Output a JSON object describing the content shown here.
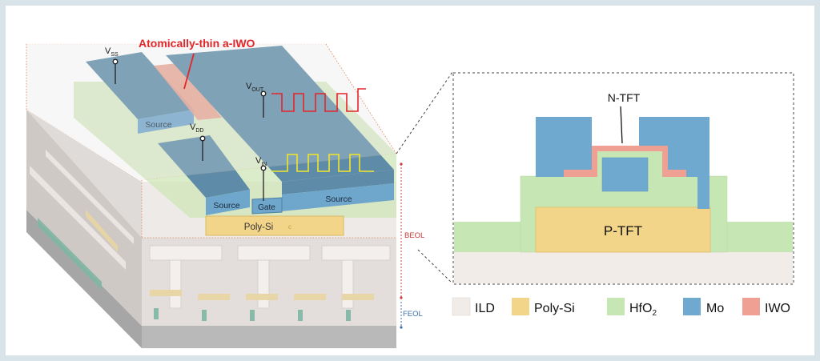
{
  "annotation": "Atomically-thin a-IWO",
  "voltage_labels": {
    "vss": {
      "base": "V",
      "sub": "SS"
    },
    "vout": {
      "base": "V",
      "sub": "OUT"
    },
    "vdd": {
      "base": "V",
      "sub": "DD"
    },
    "vin": {
      "base": "V",
      "sub": "IN"
    }
  },
  "device_labels": {
    "source_top": "Source",
    "source_left": "Source",
    "source_right": "Source",
    "gate": "Gate",
    "poly_si": "Poly-Si",
    "poly_c": "c"
  },
  "layer_labels": {
    "beol": "BEOL",
    "feol": "FEOL"
  },
  "cross_section": {
    "n_tft": "N-TFT",
    "p_tft": "P-TFT"
  },
  "legend": [
    {
      "label": "ILD",
      "color": "#f1ece8"
    },
    {
      "label": "Poly-Si",
      "color": "#f2d589"
    },
    {
      "label": "HfO",
      "sub": "2",
      "color": "#c6e6b4"
    },
    {
      "label": "Mo",
      "color": "#70a9cf"
    },
    {
      "label": "IWO",
      "color": "#f0a092"
    }
  ],
  "colors": {
    "ild": "#f1ece8",
    "poly_si": "#f2d589",
    "hfo2": "#c6e6b4",
    "mo": "#70a9cf",
    "iwo": "#f0a092",
    "annotation_red": "#e3262a",
    "signal_red": "#e3262a",
    "signal_yellow": "#f0e62a"
  }
}
